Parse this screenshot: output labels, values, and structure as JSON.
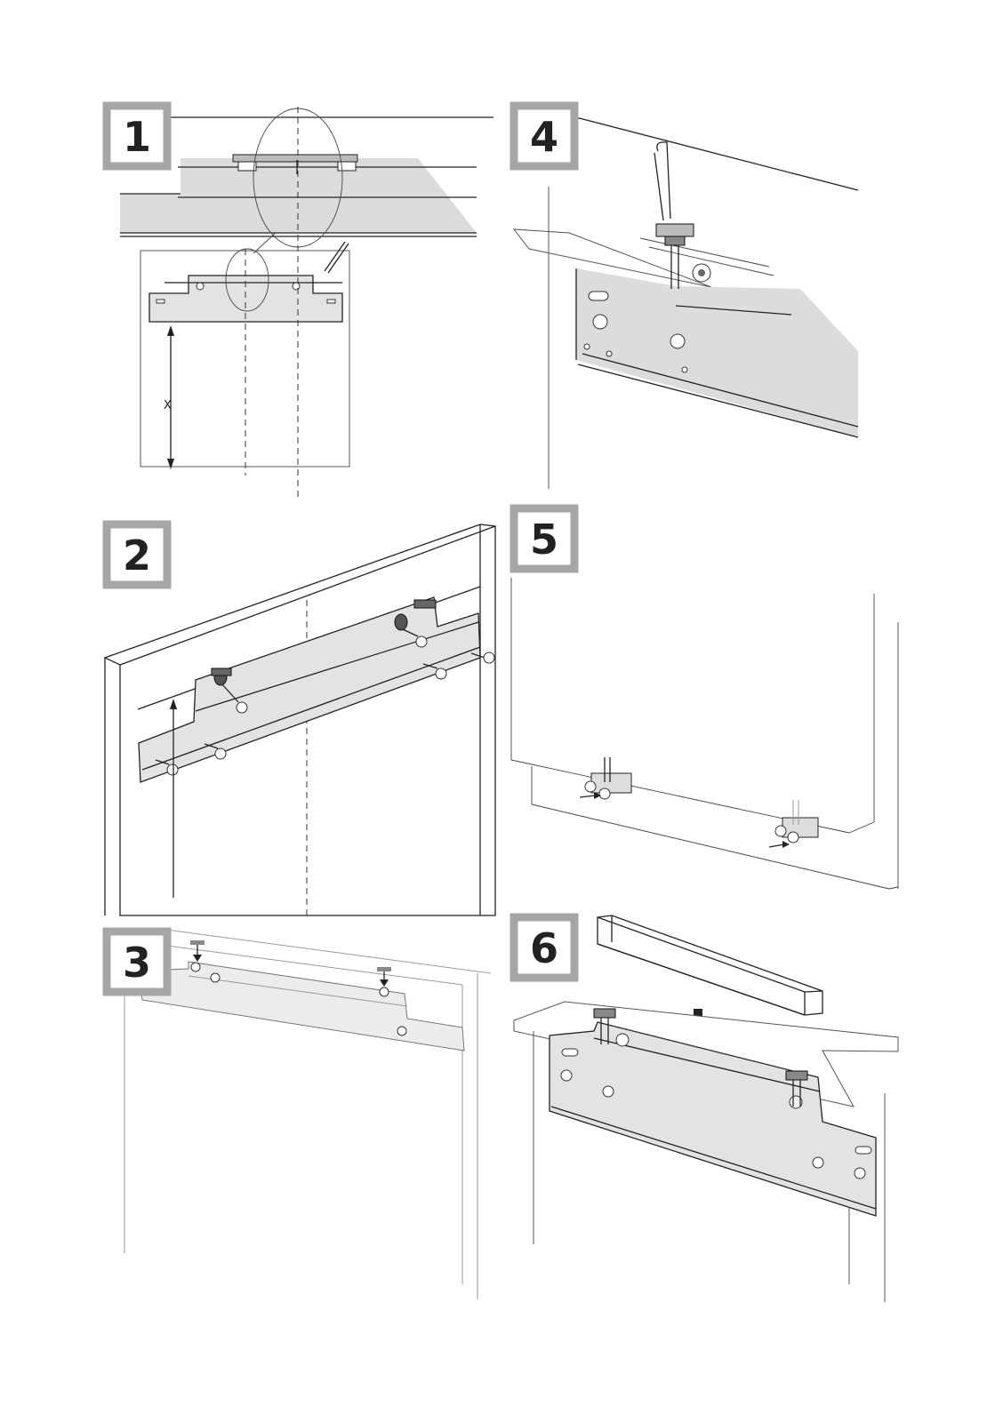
{
  "steps": [
    {
      "number": "1"
    },
    {
      "number": "2"
    },
    {
      "number": "3"
    },
    {
      "number": "4"
    },
    {
      "number": "5"
    },
    {
      "number": "6"
    }
  ],
  "dimension_label": "X",
  "colors": {
    "step_frame": "#a6a6a6",
    "rail_fill": "#e3e3e3",
    "ink": "#222222"
  }
}
